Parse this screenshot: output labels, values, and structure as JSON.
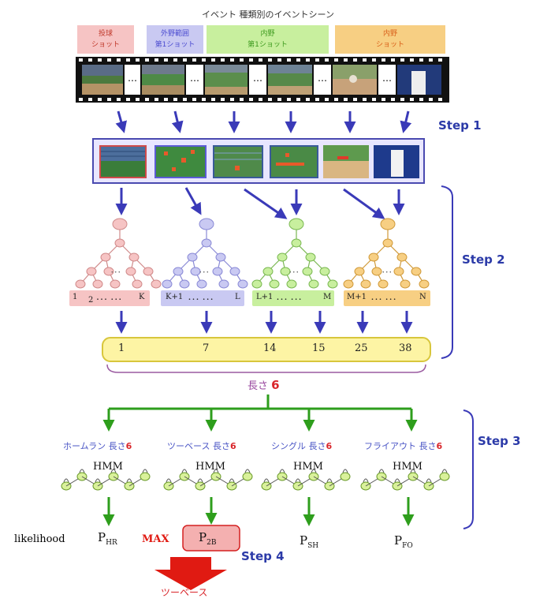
{
  "title": "イベント 種類別のイベントシーン",
  "shots": [
    {
      "line1": "投球",
      "line2": "ショット",
      "color": "#f6c4c4"
    },
    {
      "line1": "外野範囲",
      "line2": "第1ショット",
      "color": "#c9c9f2"
    },
    {
      "line1": "内野",
      "line2": "第1ショット",
      "color": "#c8ef9e"
    },
    {
      "line1": "内野",
      "line2": "ショット",
      "color": "#f7cf83"
    }
  ],
  "dots": "…",
  "steps": {
    "s1": "Step 1",
    "s2": "Step 2",
    "s3": "Step 3",
    "s4": "Step 4"
  },
  "ranges": [
    {
      "left": "1",
      "mid": "2 ･･･ ･･･",
      "right": "K"
    },
    {
      "left": "K+1",
      "mid": "･･･ ･･･",
      "right": "L"
    },
    {
      "left": "L+1",
      "mid": "･･･ ･･･",
      "right": "M"
    },
    {
      "left": "M+1",
      "mid": "･･･ ･･･",
      "right": "N"
    }
  ],
  "tree_dots": "･･･",
  "sequence": [
    "1",
    "7",
    "14",
    "15",
    "25",
    "38"
  ],
  "length_label": "長さ",
  "length_value": "6",
  "events": [
    {
      "name": "ホームラン",
      "len_label": "長さ",
      "len": "6"
    },
    {
      "name": "ツーベース",
      "len_label": "長さ",
      "len": "6"
    },
    {
      "name": "シングル",
      "len_label": "長さ",
      "len": "6"
    },
    {
      "name": "フライアウト",
      "len_label": "長さ",
      "len": "6"
    }
  ],
  "hmm_label": "HMM",
  "likelihood_label": "likelihood",
  "probs": [
    {
      "p": "P",
      "sub": "HR"
    },
    {
      "p": "P",
      "sub": "2B"
    },
    {
      "p": "P",
      "sub": "SH"
    },
    {
      "p": "P",
      "sub": "FO"
    }
  ],
  "max_label": "MAX",
  "result": "ツーベース",
  "colors": {
    "pink": "#f6c4c4",
    "lavender": "#c9c9f2",
    "green": "#c8ef9e",
    "orange": "#f7cf83",
    "blue_arrow": "#3a3ab8",
    "green_arrow": "#2e9e1c",
    "seq_fill": "#fdf4a4",
    "step_text": "#2b3aa8",
    "red": "#e01a12"
  }
}
